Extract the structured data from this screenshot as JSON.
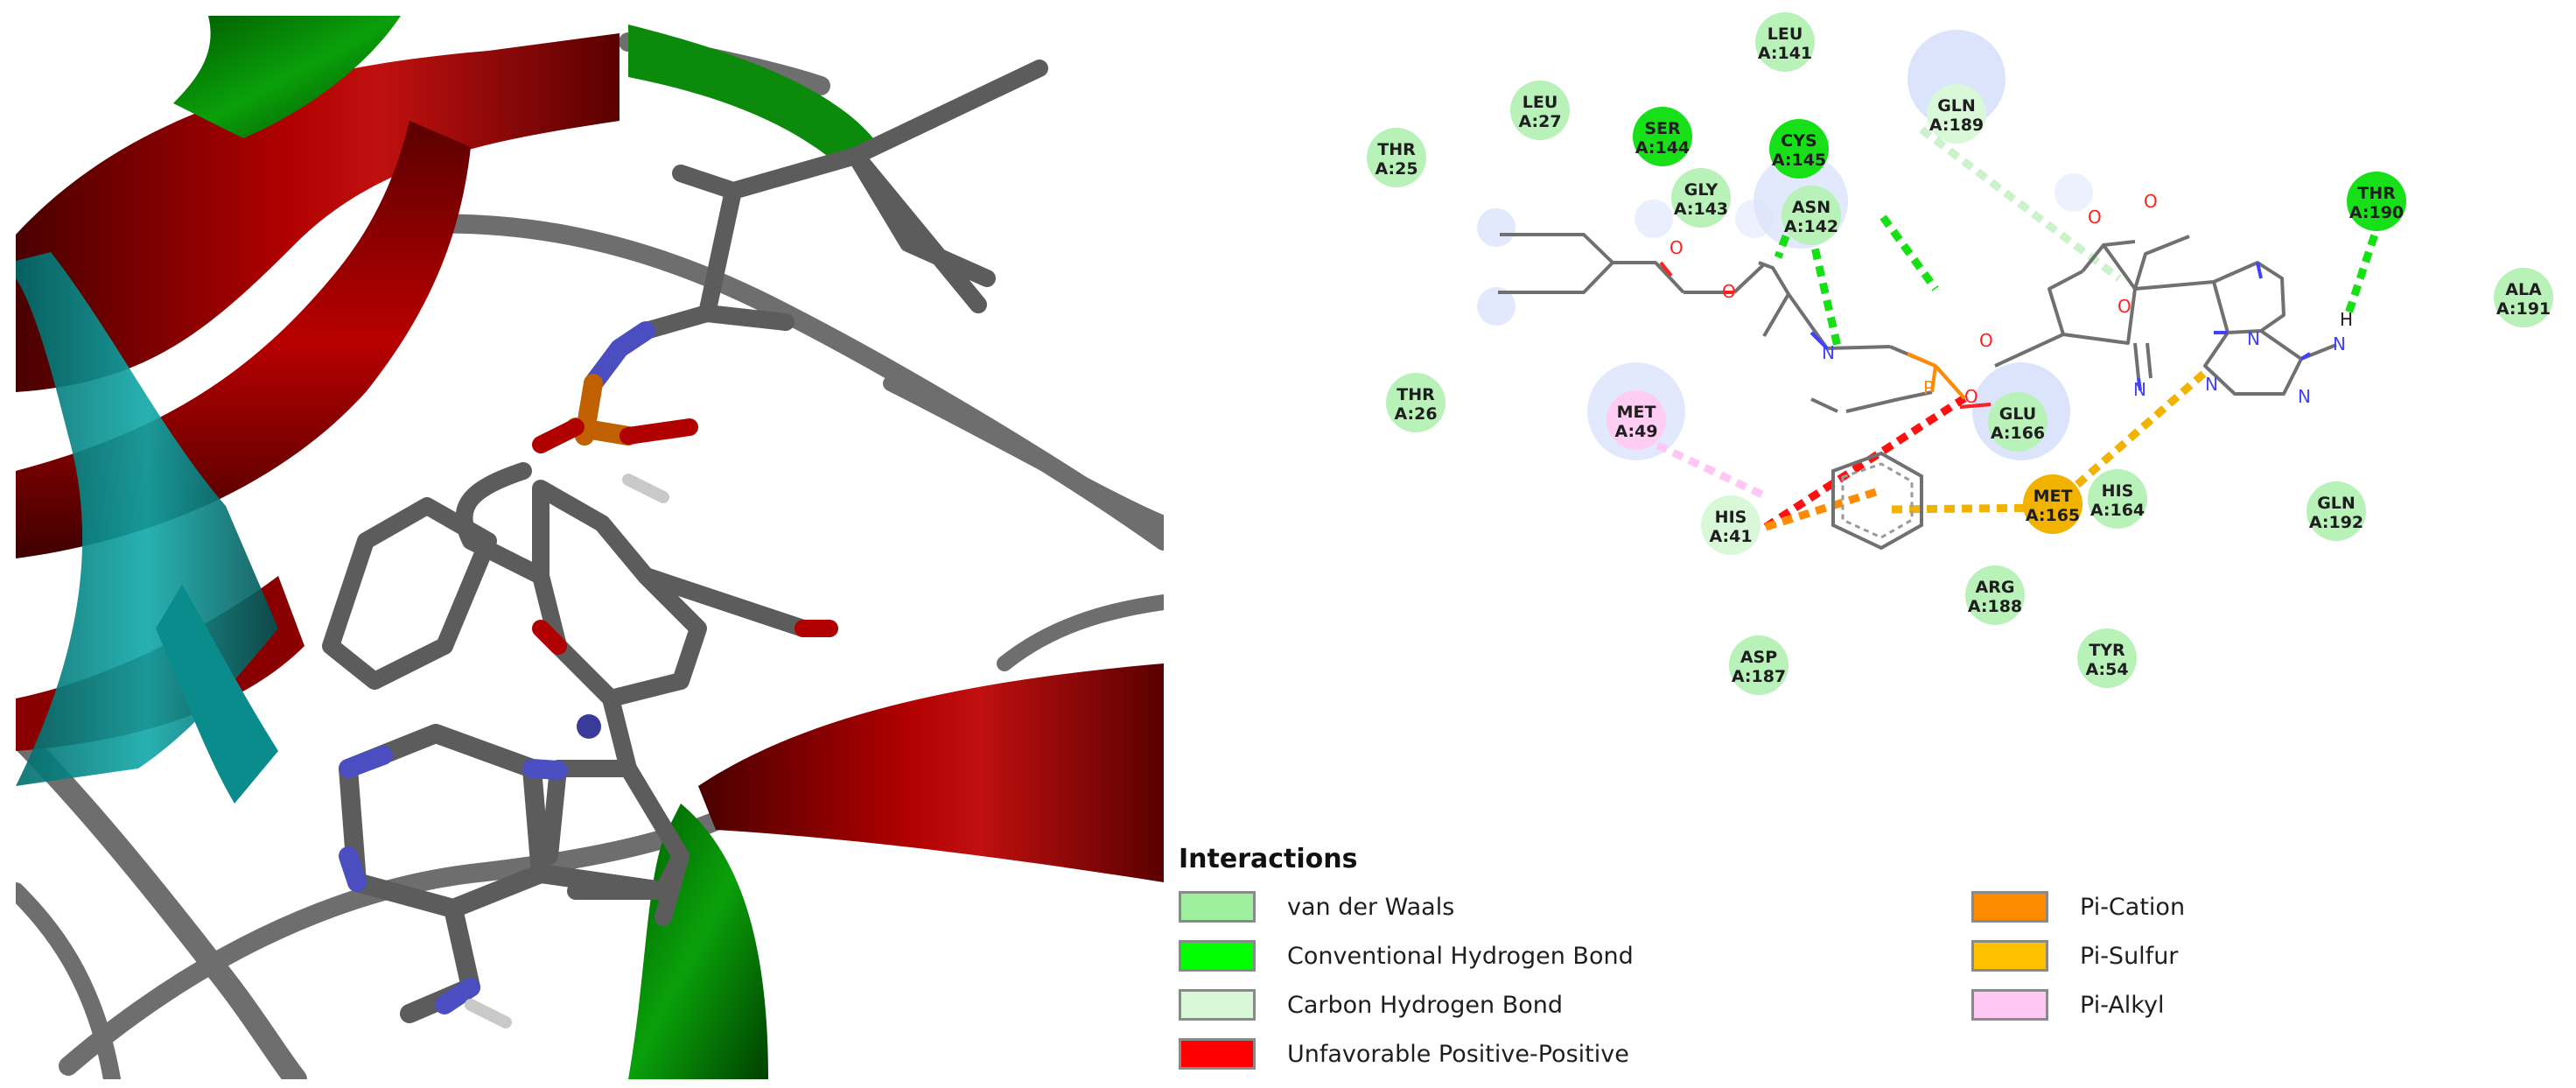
{
  "residues": [
    {
      "name": "LEU",
      "id": "A:141",
      "kind": "vdw"
    },
    {
      "name": "LEU",
      "id": "A:27",
      "kind": "vdw"
    },
    {
      "name": "THR",
      "id": "A:25",
      "kind": "vdw"
    },
    {
      "name": "SER",
      "id": "A:144",
      "kind": "hbond"
    },
    {
      "name": "CYS",
      "id": "A:145",
      "kind": "hbond"
    },
    {
      "name": "GLY",
      "id": "A:143",
      "kind": "vdw"
    },
    {
      "name": "ASN",
      "id": "A:142",
      "kind": "vdw"
    },
    {
      "name": "GLN",
      "id": "A:189",
      "kind": "chbond"
    },
    {
      "name": "THR",
      "id": "A:190",
      "kind": "hbond"
    },
    {
      "name": "ALA",
      "id": "A:191",
      "kind": "vdw"
    },
    {
      "name": "THR",
      "id": "A:26",
      "kind": "vdw"
    },
    {
      "name": "MET",
      "id": "A:49",
      "kind": "pialkyl"
    },
    {
      "name": "GLU",
      "id": "A:166",
      "kind": "vdw"
    },
    {
      "name": "HIS",
      "id": "A:41",
      "kind": "chbond"
    },
    {
      "name": "MET",
      "id": "A:165",
      "kind": "pisulfur"
    },
    {
      "name": "HIS",
      "id": "A:164",
      "kind": "vdw"
    },
    {
      "name": "GLN",
      "id": "A:192",
      "kind": "vdw"
    },
    {
      "name": "ARG",
      "id": "A:188",
      "kind": "vdw"
    },
    {
      "name": "ASP",
      "id": "A:187",
      "kind": "vdw"
    },
    {
      "name": "TYR",
      "id": "A:54",
      "kind": "vdw"
    }
  ],
  "atoms": {
    "n": "N",
    "h": "H",
    "o": "O",
    "p": "P"
  },
  "legend": {
    "title": "Interactions",
    "items": [
      {
        "label": "van der Waals",
        "color": "#9ef09e"
      },
      {
        "label": "Conventional Hydrogen Bond",
        "color": "#00ff00"
      },
      {
        "label": "Carbon Hydrogen Bond",
        "color": "#d8f8d8"
      },
      {
        "label": "Unfavorable Positive-Positive",
        "color": "#ff0000"
      },
      {
        "label": "Pi-Cation",
        "color": "#ff8c00"
      },
      {
        "label": "Pi-Sulfur",
        "color": "#ffc000"
      },
      {
        "label": "Pi-Alkyl",
        "color": "#ffc8f4"
      }
    ]
  },
  "colors": {
    "vdw": "#b8f2b8",
    "hbond": "#18e018",
    "chbond": "#d8f8d8",
    "pialkyl": "#ffccf4",
    "pisulfur": "#f2b200",
    "unfavorable": "#ff1010",
    "pication": "#ff8c00",
    "bond": "#707070"
  }
}
